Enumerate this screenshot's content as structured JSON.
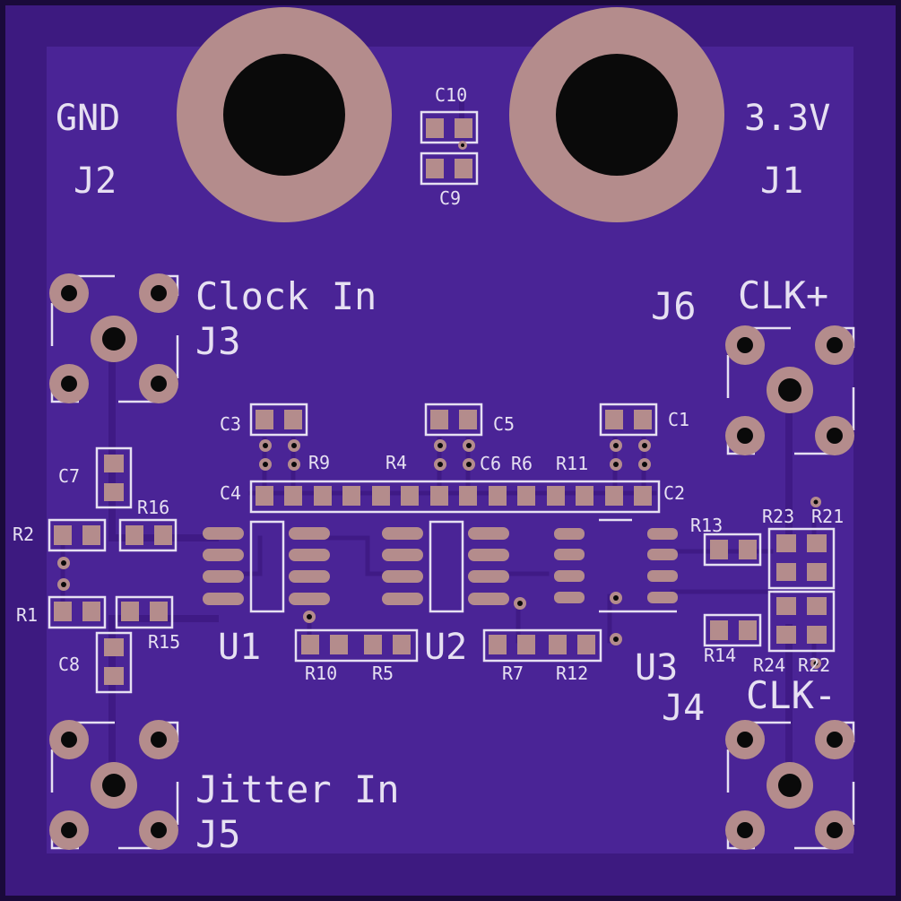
{
  "labels": {
    "gnd": "GND",
    "j2": "J2",
    "v33": "3.3V",
    "j1": "J1",
    "c10": "C10",
    "c9": "C9",
    "clock_in": "Clock In",
    "j3": "J3",
    "j6": "J6",
    "clk_plus": "CLK+",
    "c3": "C3",
    "c5": "C5",
    "c1": "C1",
    "r9": "R9",
    "r4": "R4",
    "c6": "C6",
    "r6": "R6",
    "r11": "R11",
    "c4": "C4",
    "c2": "C2",
    "c7": "C7",
    "r16": "R16",
    "r2": "R2",
    "r1": "R1",
    "r15": "R15",
    "c8": "C8",
    "r13": "R13",
    "r23": "R23",
    "r21": "R21",
    "r14": "R14",
    "r24": "R24",
    "r22": "R22",
    "u1": "U1",
    "u2": "U2",
    "u3": "U3",
    "r10": "R10",
    "r5": "R5",
    "r7": "R7",
    "r12": "R12",
    "j4": "J4",
    "clk_minus": "CLK-",
    "jitter_in": "Jitter In",
    "j5": "J5"
  },
  "colors": {
    "board_edge": "#1a0a3a",
    "board": "#3d1a80",
    "copper_fill": "#4a2496",
    "trace": "#3f1a85",
    "pad": "#b48c8c",
    "silkscreen": "#e6e0f2",
    "drill": "#0a0a0a"
  }
}
